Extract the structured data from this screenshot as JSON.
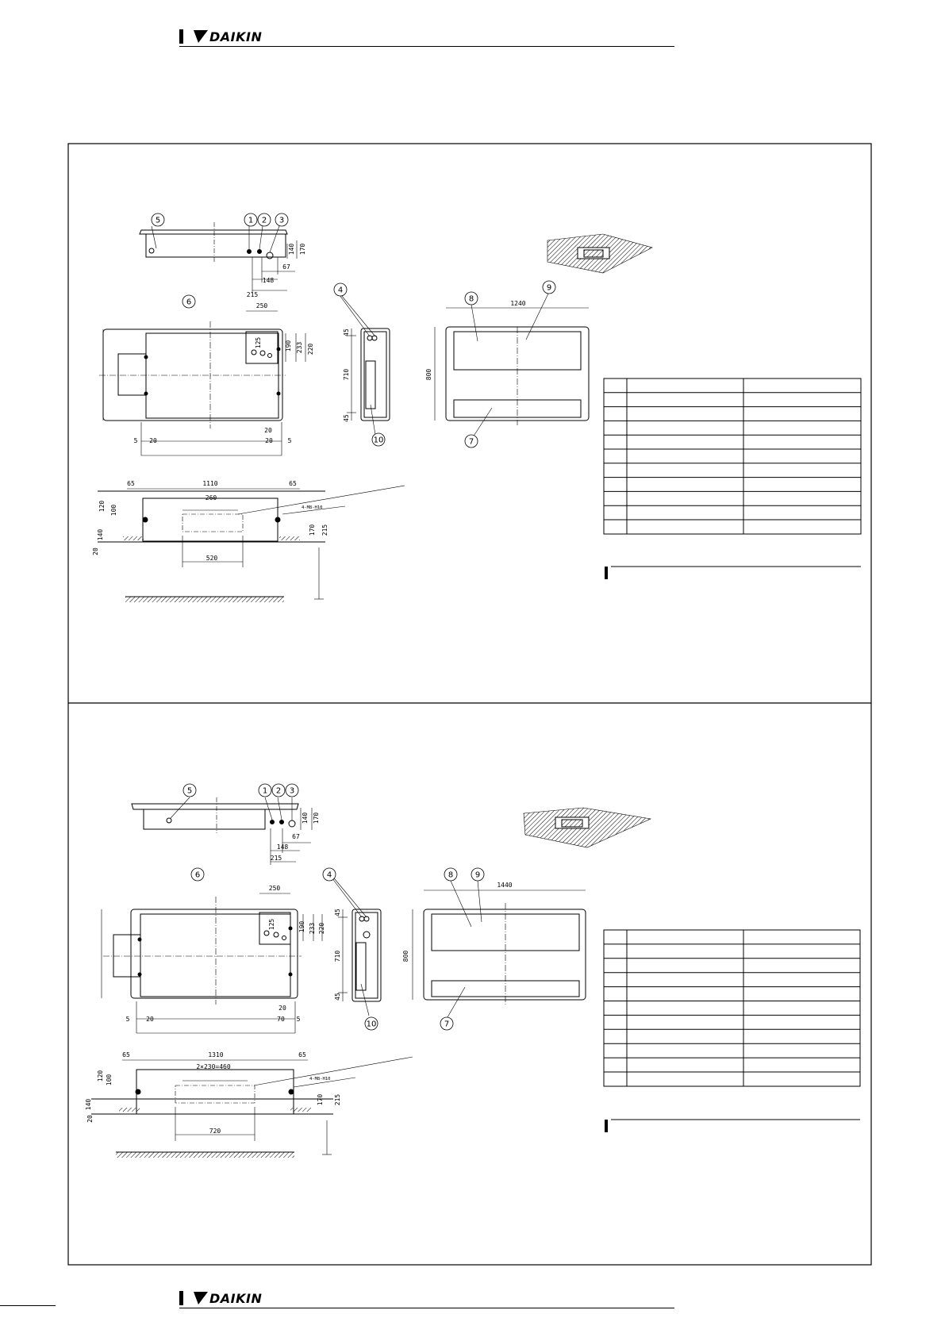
{
  "header": {
    "brand": "DAIKIN"
  },
  "footer": {
    "brand": "DAIKIN"
  },
  "drawing1": {
    "top_view": {
      "callouts": [
        "5",
        "1",
        "2",
        "3"
      ],
      "dims": [
        "140",
        "170",
        "67",
        "148",
        "215"
      ]
    },
    "front_view": {
      "callouts": [
        "6"
      ],
      "dims": [
        "250",
        "125",
        "190",
        "233",
        "220",
        "5",
        "20",
        "20",
        "20",
        "5"
      ]
    },
    "side_view": {
      "callouts": [
        "4",
        "10"
      ],
      "dims": [
        "45",
        "710",
        "45"
      ]
    },
    "bottom_view": {
      "dims": [
        "65",
        "1110",
        "65",
        "260",
        "120",
        "100",
        "140",
        "20",
        "170",
        "215",
        "520"
      ],
      "bolt_note": "4-M8-H10"
    },
    "unit_view": {
      "callouts": [
        "8",
        "9",
        "7"
      ],
      "dims": [
        "1240",
        "800"
      ]
    },
    "parts_rows": 11
  },
  "drawing2": {
    "top_view": {
      "callouts": [
        "5",
        "1",
        "2",
        "3"
      ],
      "dims": [
        "140",
        "170",
        "67",
        "148",
        "215"
      ]
    },
    "front_view": {
      "callouts": [
        "6"
      ],
      "dims": [
        "250",
        "125",
        "190",
        "233",
        "220",
        "5",
        "20",
        "20",
        "70",
        "5"
      ]
    },
    "side_view": {
      "callouts": [
        "4",
        "10"
      ],
      "dims": [
        "45",
        "710",
        "45"
      ]
    },
    "bottom_view": {
      "dims": [
        "65",
        "1310",
        "65",
        "2×230=460",
        "120",
        "100",
        "140",
        "20",
        "170",
        "215",
        "720"
      ],
      "bolt_note": "4-M8-H10"
    },
    "unit_view": {
      "callouts": [
        "8",
        "9",
        "7"
      ],
      "dims": [
        "1440",
        "800"
      ]
    },
    "parts_rows": 11
  }
}
